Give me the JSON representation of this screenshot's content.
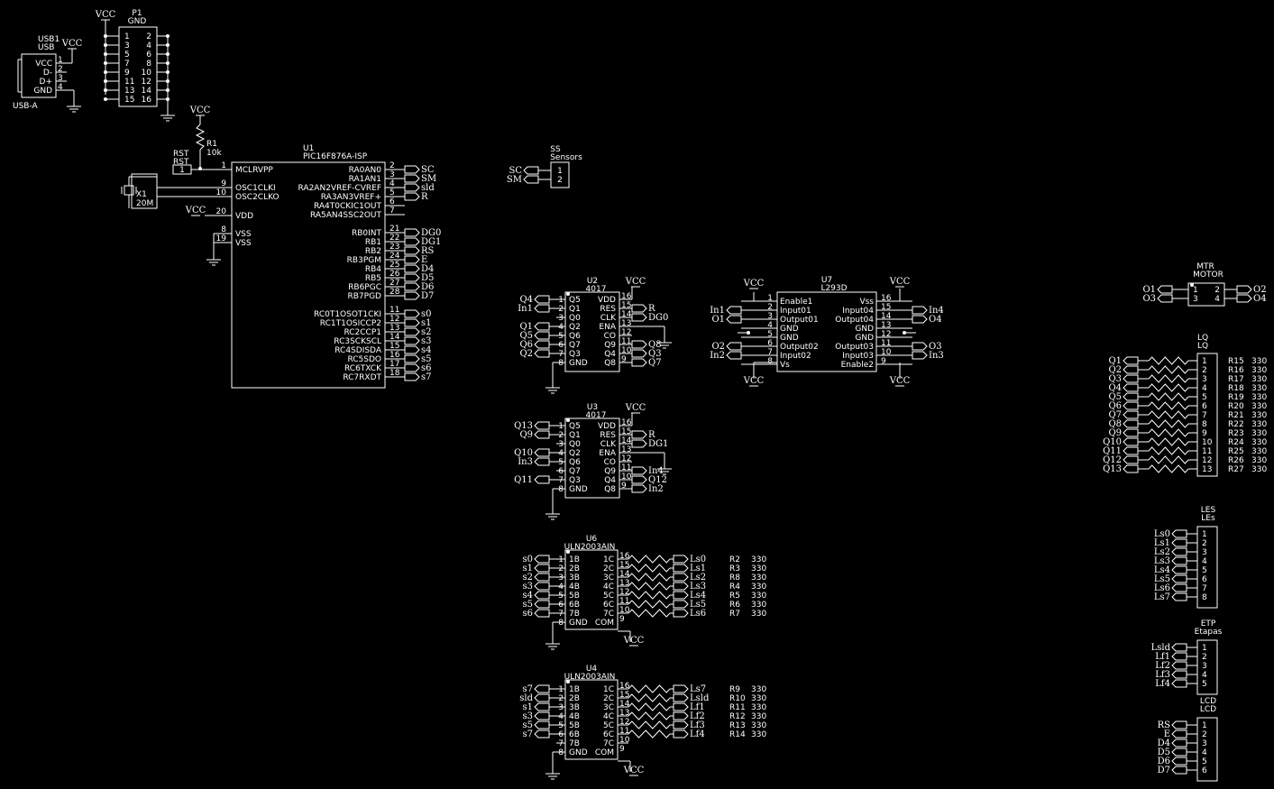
{
  "colors": {
    "background": "#000000",
    "ink": "#ffffff"
  },
  "usb1": {
    "ref": "USB1",
    "val": "USB",
    "foot": "USB-A",
    "pins": [
      "VCC",
      "D-",
      "D+",
      "GND"
    ],
    "nums": [
      "1",
      "2",
      "3",
      "4"
    ],
    "pwr": "VCC"
  },
  "p1": {
    "ref": "P1",
    "val": "GND",
    "left": [
      "1",
      "3",
      "5",
      "7",
      "9",
      "11",
      "13",
      "15"
    ],
    "right": [
      "2",
      "4",
      "6",
      "8",
      "10",
      "12",
      "14",
      "16"
    ],
    "pwr": "VCC"
  },
  "r1": {
    "ref": "R1",
    "val": "10k",
    "pwr": "VCC"
  },
  "rst": {
    "ref": "RST",
    "val": "RST",
    "pin": "1"
  },
  "x1": {
    "ref": "X1",
    "val": "20M"
  },
  "u1": {
    "ref": "U1",
    "val": "PIC16F876A-ISP",
    "left": [
      {
        "n": "1",
        "l": "MCLRVPP"
      },
      {
        "n": "9",
        "l": "OSC1CLKI"
      },
      {
        "n": "10",
        "l": "OSC2CLKO"
      },
      {
        "n": "20",
        "l": "VDD"
      },
      {
        "n": "8",
        "l": "VSS"
      },
      {
        "n": "19",
        "l": "VSS"
      }
    ],
    "right": [
      {
        "n": "2",
        "l": "RA0AN0",
        "net": "SC"
      },
      {
        "n": "3",
        "l": "RA1AN1",
        "net": "SM"
      },
      {
        "n": "4",
        "l": "RA2AN2VREF-CVREF",
        "net": "sld"
      },
      {
        "n": "5",
        "l": "RA3AN3VREF+",
        "net": "R"
      },
      {
        "n": "6",
        "l": "RA4T0CKIC1OUT",
        "net": ""
      },
      {
        "n": "7",
        "l": "RA5AN4SSC2OUT",
        "net": ""
      },
      {
        "n": "21",
        "l": "RB0INT",
        "net": "DG0"
      },
      {
        "n": "22",
        "l": "RB1",
        "net": "DG1"
      },
      {
        "n": "23",
        "l": "RB2",
        "net": "RS"
      },
      {
        "n": "24",
        "l": "RB3PGM",
        "net": "E"
      },
      {
        "n": "25",
        "l": "RB4",
        "net": "D4"
      },
      {
        "n": "26",
        "l": "RB5",
        "net": "D5"
      },
      {
        "n": "27",
        "l": "RB6PGC",
        "net": "D6"
      },
      {
        "n": "28",
        "l": "RB7PGD",
        "net": "D7"
      },
      {
        "n": "11",
        "l": "RC0T1OSOT1CKI",
        "net": "s0"
      },
      {
        "n": "12",
        "l": "RC1T1OSICCP2",
        "net": "s1"
      },
      {
        "n": "13",
        "l": "RC2CCP1",
        "net": "s2"
      },
      {
        "n": "14",
        "l": "RC3SCKSCL",
        "net": "s3"
      },
      {
        "n": "15",
        "l": "RC4SDISDA",
        "net": "s4"
      },
      {
        "n": "16",
        "l": "RC5SDO",
        "net": "s5"
      },
      {
        "n": "17",
        "l": "RC6TXCK",
        "net": "s6"
      },
      {
        "n": "18",
        "l": "RC7RXDT",
        "net": "s7"
      }
    ],
    "pwr": "VCC"
  },
  "ss": {
    "ref": "SS",
    "val": "Sensors",
    "nets": [
      "SC",
      "SM"
    ],
    "nums": [
      "1",
      "2"
    ]
  },
  "u2": {
    "ref": "U2",
    "val": "4017",
    "left": [
      {
        "n": "1",
        "l": "Q5",
        "net": "Q4"
      },
      {
        "n": "2",
        "l": "Q1",
        "net": "In1"
      },
      {
        "n": "3",
        "l": "Q0",
        "net": ""
      },
      {
        "n": "4",
        "l": "Q2",
        "net": "Q1"
      },
      {
        "n": "5",
        "l": "Q6",
        "net": "Q5"
      },
      {
        "n": "6",
        "l": "Q7",
        "net": "Q6"
      },
      {
        "n": "7",
        "l": "Q3",
        "net": "Q2"
      },
      {
        "n": "8",
        "l": "GND",
        "net": ""
      }
    ],
    "right": [
      {
        "n": "16",
        "l": "VDD",
        "net": ""
      },
      {
        "n": "15",
        "l": "RES",
        "net": "R"
      },
      {
        "n": "14",
        "l": "CLK",
        "net": "DG0"
      },
      {
        "n": "13",
        "l": "ENA",
        "net": ""
      },
      {
        "n": "12",
        "l": "CO",
        "net": ""
      },
      {
        "n": "11",
        "l": "Q9",
        "net": "Q8"
      },
      {
        "n": "10",
        "l": "Q4",
        "net": "Q3"
      },
      {
        "n": "9",
        "l": "Q8",
        "net": "Q7"
      }
    ],
    "pwr": "VCC"
  },
  "u3": {
    "ref": "U3",
    "val": "4017",
    "left": [
      {
        "n": "1",
        "l": "Q5",
        "net": "Q13"
      },
      {
        "n": "2",
        "l": "Q1",
        "net": "Q9"
      },
      {
        "n": "3",
        "l": "Q0",
        "net": ""
      },
      {
        "n": "4",
        "l": "Q2",
        "net": "Q10"
      },
      {
        "n": "5",
        "l": "Q6",
        "net": "In3"
      },
      {
        "n": "6",
        "l": "Q7",
        "net": ""
      },
      {
        "n": "7",
        "l": "Q3",
        "net": "Q11"
      },
      {
        "n": "8",
        "l": "GND",
        "net": ""
      }
    ],
    "right": [
      {
        "n": "16",
        "l": "VDD",
        "net": ""
      },
      {
        "n": "15",
        "l": "RES",
        "net": "R"
      },
      {
        "n": "14",
        "l": "CLK",
        "net": "DG1"
      },
      {
        "n": "13",
        "l": "ENA",
        "net": ""
      },
      {
        "n": "12",
        "l": "CO",
        "net": ""
      },
      {
        "n": "11",
        "l": "Q9",
        "net": "In4"
      },
      {
        "n": "10",
        "l": "Q4",
        "net": "Q12"
      },
      {
        "n": "9",
        "l": "Q8",
        "net": "In2"
      }
    ],
    "pwr": "VCC"
  },
  "u7": {
    "ref": "U7",
    "val": "L293D",
    "left": [
      {
        "n": "1",
        "l": "Enable1",
        "net": ""
      },
      {
        "n": "2",
        "l": "Input01",
        "net": "In1"
      },
      {
        "n": "3",
        "l": "Output01",
        "net": "O1"
      },
      {
        "n": "4",
        "l": "GND",
        "net": ""
      },
      {
        "n": "5",
        "l": "GND",
        "net": ""
      },
      {
        "n": "6",
        "l": "Output02",
        "net": "O2"
      },
      {
        "n": "7",
        "l": "Input02",
        "net": "In2"
      },
      {
        "n": "8",
        "l": "Vs",
        "net": ""
      }
    ],
    "right": [
      {
        "n": "16",
        "l": "Vss",
        "net": ""
      },
      {
        "n": "15",
        "l": "Input04",
        "net": "In4"
      },
      {
        "n": "14",
        "l": "Output04",
        "net": "O4"
      },
      {
        "n": "13",
        "l": "GND",
        "net": ""
      },
      {
        "n": "12",
        "l": "GND",
        "net": ""
      },
      {
        "n": "11",
        "l": "Output03",
        "net": "O3"
      },
      {
        "n": "10",
        "l": "Input03",
        "net": "In3"
      },
      {
        "n": "9",
        "l": "Enable2",
        "net": ""
      }
    ],
    "pwr": "VCC"
  },
  "mtr": {
    "ref": "MTR",
    "val": "MOTOR",
    "lnets": [
      "O1",
      "O3"
    ],
    "rnets": [
      "O2",
      "O4"
    ],
    "lnums": [
      "1",
      "3"
    ],
    "rnums": [
      "2",
      "4"
    ]
  },
  "u6": {
    "ref": "U6",
    "val": "ULN2003AIN",
    "left": [
      {
        "n": "1",
        "l": "1B",
        "net": "s0"
      },
      {
        "n": "2",
        "l": "2B",
        "net": "s1"
      },
      {
        "n": "3",
        "l": "3B",
        "net": "s2"
      },
      {
        "n": "4",
        "l": "4B",
        "net": "s3"
      },
      {
        "n": "5",
        "l": "5B",
        "net": "s4"
      },
      {
        "n": "6",
        "l": "6B",
        "net": "s5"
      },
      {
        "n": "7",
        "l": "7B",
        "net": "s6"
      },
      {
        "n": "8",
        "l": "GND",
        "net": ""
      }
    ],
    "right": [
      {
        "n": "16",
        "l": "1C",
        "net": "Ls0",
        "r": "R2",
        "v": "330"
      },
      {
        "n": "15",
        "l": "2C",
        "net": "Ls1",
        "r": "R3",
        "v": "330"
      },
      {
        "n": "14",
        "l": "3C",
        "net": "Ls2",
        "r": "R8",
        "v": "330"
      },
      {
        "n": "13",
        "l": "4C",
        "net": "Ls3",
        "r": "R4",
        "v": "330"
      },
      {
        "n": "12",
        "l": "5C",
        "net": "Ls4",
        "r": "R5",
        "v": "330"
      },
      {
        "n": "11",
        "l": "6C",
        "net": "Ls5",
        "r": "R6",
        "v": "330"
      },
      {
        "n": "10",
        "l": "7C",
        "net": "Ls6",
        "r": "R7",
        "v": "330"
      },
      {
        "n": "9",
        "l": "COM",
        "net": ""
      }
    ],
    "pwr": "VCC"
  },
  "u4": {
    "ref": "U4",
    "val": "ULN2003AIN",
    "left": [
      {
        "n": "1",
        "l": "1B",
        "net": "s7"
      },
      {
        "n": "2",
        "l": "2B",
        "net": "sld"
      },
      {
        "n": "3",
        "l": "3B",
        "net": "s1"
      },
      {
        "n": "4",
        "l": "4B",
        "net": "s3"
      },
      {
        "n": "5",
        "l": "5B",
        "net": "s5"
      },
      {
        "n": "6",
        "l": "6B",
        "net": "s7"
      },
      {
        "n": "7",
        "l": "7B",
        "net": ""
      },
      {
        "n": "8",
        "l": "GND",
        "net": ""
      }
    ],
    "right": [
      {
        "n": "16",
        "l": "1C",
        "net": "Ls7",
        "r": "R9",
        "v": "330"
      },
      {
        "n": "15",
        "l": "2C",
        "net": "Lsld",
        "r": "R10",
        "v": "330"
      },
      {
        "n": "14",
        "l": "3C",
        "net": "Lf1",
        "r": "R11",
        "v": "330"
      },
      {
        "n": "13",
        "l": "4C",
        "net": "Lf2",
        "r": "R12",
        "v": "330"
      },
      {
        "n": "12",
        "l": "5C",
        "net": "Lf3",
        "r": "R13",
        "v": "330"
      },
      {
        "n": "11",
        "l": "6C",
        "net": "Lf4",
        "r": "R14",
        "v": "330"
      },
      {
        "n": "10",
        "l": "7C",
        "net": "",
        "r": "",
        "v": ""
      },
      {
        "n": "9",
        "l": "COM",
        "net": ""
      }
    ],
    "pwr": "VCC"
  },
  "lq": {
    "ref": "LQ",
    "val": "LQ",
    "pins": [
      {
        "net": "Q1",
        "n": "1",
        "r": "R15",
        "v": "330"
      },
      {
        "net": "Q2",
        "n": "2",
        "r": "R16",
        "v": "330"
      },
      {
        "net": "Q3",
        "n": "3",
        "r": "R17",
        "v": "330"
      },
      {
        "net": "Q4",
        "n": "4",
        "r": "R18",
        "v": "330"
      },
      {
        "net": "Q5",
        "n": "5",
        "r": "R19",
        "v": "330"
      },
      {
        "net": "Q6",
        "n": "6",
        "r": "R20",
        "v": "330"
      },
      {
        "net": "Q7",
        "n": "7",
        "r": "R21",
        "v": "330"
      },
      {
        "net": "Q8",
        "n": "8",
        "r": "R22",
        "v": "330"
      },
      {
        "net": "Q9",
        "n": "9",
        "r": "R23",
        "v": "330"
      },
      {
        "net": "Q10",
        "n": "10",
        "r": "R24",
        "v": "330"
      },
      {
        "net": "Q11",
        "n": "11",
        "r": "R25",
        "v": "330"
      },
      {
        "net": "Q12",
        "n": "12",
        "r": "R26",
        "v": "330"
      },
      {
        "net": "Q13",
        "n": "13",
        "r": "R27",
        "v": "330"
      }
    ]
  },
  "les": {
    "ref": "LES",
    "val": "LEs",
    "nets": [
      "Ls0",
      "Ls1",
      "Ls2",
      "Ls3",
      "Ls4",
      "Ls5",
      "Ls6",
      "Ls7"
    ],
    "nums": [
      "1",
      "2",
      "3",
      "4",
      "5",
      "6",
      "7",
      "8"
    ]
  },
  "etp": {
    "ref": "ETP",
    "val": "Etapas",
    "nets": [
      "Lsld",
      "Lf1",
      "Lf2",
      "Lf3",
      "Lf4"
    ],
    "nums": [
      "1",
      "2",
      "3",
      "4",
      "5"
    ]
  },
  "lcd": {
    "ref": "LCD",
    "val": "LCD",
    "nets": [
      "RS",
      "E",
      "D4",
      "D5",
      "D6",
      "D7"
    ],
    "nums": [
      "1",
      "2",
      "3",
      "4",
      "5",
      "6"
    ]
  }
}
